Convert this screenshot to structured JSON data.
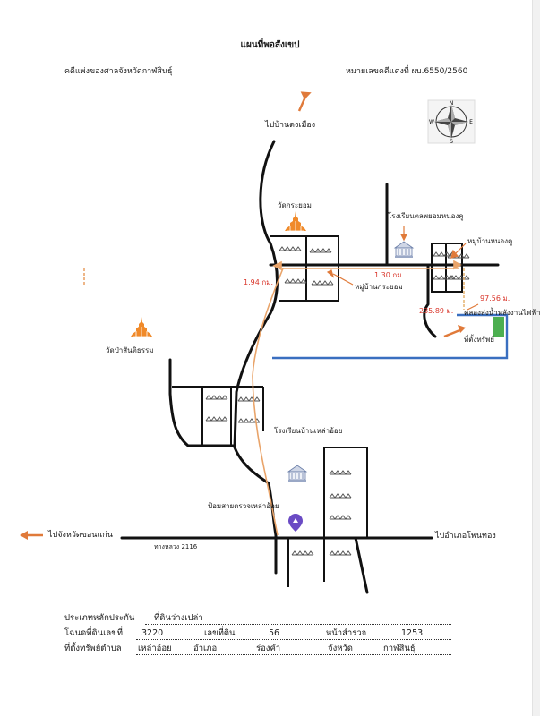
{
  "title": "แผนที่พอสังเขป",
  "header": {
    "court": "คดีแพ่งของศาลจังหวัดกาฬสินธุ์",
    "case_no": "หมายเลขคดีแดงที่ ผบ.6550/2560"
  },
  "compass": {
    "n": "N",
    "s": "S",
    "e": "E",
    "w": "W"
  },
  "labels": {
    "to_dong_mueang": "ไปบ้านดงเมือง",
    "wat_kra_yom": "วัดกระยอม",
    "school_nong_ku": "โรงเรียนตลพยอมหนองคู",
    "village_nong_ku": "หมู่บ้านหนองคู",
    "village_kra_yom": "หมู่บ้านกระยอม",
    "wat_pa": "วัดป่าสันติธรรม",
    "canal": "คลองส่งน้ำหลังงานไฟฟ้า",
    "property": "ที่ตั้งทรัพย์",
    "school_lao_oi": "โรงเรียนบ้านเหล่าอ้อย",
    "checkpoint": "ป้อมสายตรวจเหล่าอ้อย",
    "to_khon_kaen": "ไปจังหวัดขอนแก่น",
    "to_phon_thong": "ไปอำเภอโพนทอง",
    "highway": "ทางหลวง 2116"
  },
  "distances": {
    "d1": "1.94 กม.",
    "d2": "1.30 กม.",
    "d3": "235.89 ม.",
    "d4": "97.56 ม."
  },
  "form": {
    "type_label": "ประเภทหลักประกัน",
    "type_value": "ที่ดินว่างเปล่า",
    "deed_label": "โฉนดที่ดินเลขที่",
    "deed_value": "3220",
    "land_no_label": "เลขที่ดิน",
    "land_no_value": "56",
    "survey_label": "หน้าสำรวจ",
    "survey_value": "1253",
    "loc_label": "ที่ตั้งทรัพย์ตำบล",
    "tambon_value": "เหล่าอ้อย",
    "amphoe_label": "อำเภอ",
    "amphoe_value": "ร่องคำ",
    "province_label": "จังหวัด",
    "province_value": "กาฬสินธุ์"
  },
  "colors": {
    "road": "#111111",
    "route": "#e9a46a",
    "arrow": "#e07a3a",
    "canal": "#3a6fc0",
    "property": "#4caf50",
    "distance": "#d9352a",
    "temple": "#f08a2a",
    "pin": "#6a4bc4"
  }
}
